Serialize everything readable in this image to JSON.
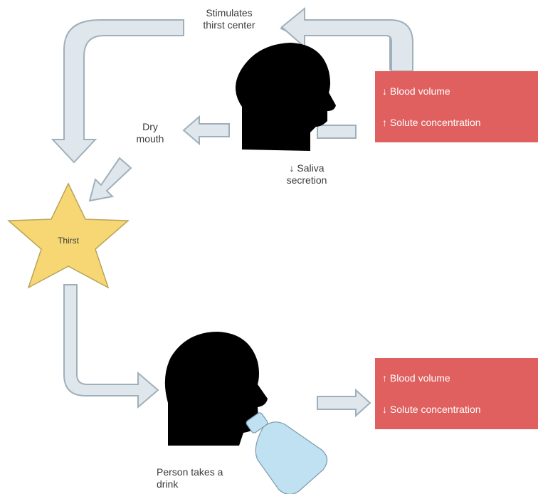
{
  "top_cycle": {
    "thirst_center_label": [
      "Stimulates",
      "thirst center"
    ],
    "dry_mouth_label": [
      "Dry",
      "mouth"
    ],
    "saliva_label": [
      "↓ Saliva",
      "secretion"
    ],
    "condition_box": {
      "line1": "↓ Blood volume",
      "line2": "↑ Solute concentration"
    }
  },
  "center": {
    "thirst_label": "Thirst"
  },
  "bottom_cycle": {
    "drink_label": [
      "Person takes a",
      "drink"
    ],
    "result_box": {
      "line1": "↑ Blood volume",
      "line2": "↓ Solute concentration"
    }
  },
  "colors": {
    "arrow_fill": "#dfe7ec",
    "arrow_stroke": "#9fb0bb",
    "box_fill": "#e05f5f",
    "star_fill": "#f7d774",
    "silhouette": "#000000",
    "bottle": "#bfe1f2"
  }
}
